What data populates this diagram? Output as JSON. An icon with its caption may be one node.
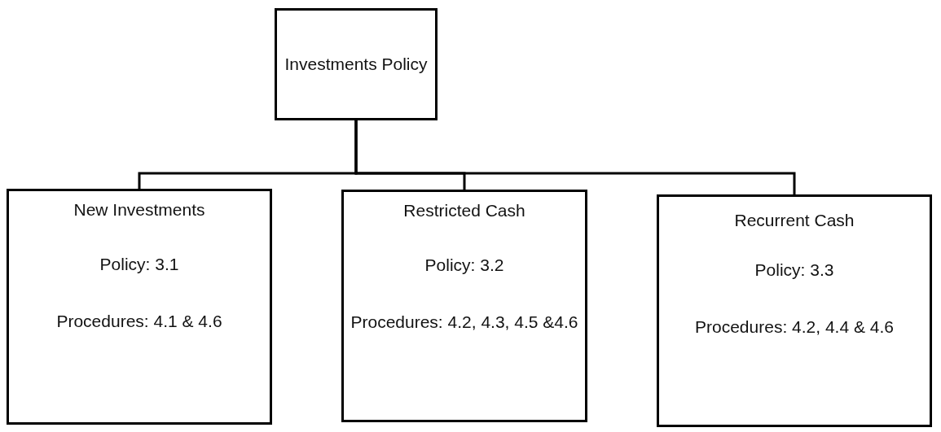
{
  "diagram": {
    "nodes": [
      {
        "text": [
          "Investments Policy"
        ]
      },
      {
        "text": [
          "New Investments",
          "Policy: 3.1",
          "Procedures: 4.1 & 4.6"
        ]
      },
      {
        "text": [
          "Restricted Cash",
          "Policy: 3.2",
          "Procedures: 4.2, 4.3, 4.5 &4.6"
        ]
      },
      {
        "text": [
          "Recurrent Cash",
          "Policy: 3.3",
          "Procedures: 4.2, 4.4 & 4.6"
        ]
      }
    ],
    "edges": [
      {
        "from": 0,
        "to": 1,
        "arrow": "none"
      },
      {
        "from": 0,
        "to": 2,
        "arrow": "none"
      },
      {
        "from": 0,
        "to": 3,
        "arrow": "none"
      }
    ]
  }
}
